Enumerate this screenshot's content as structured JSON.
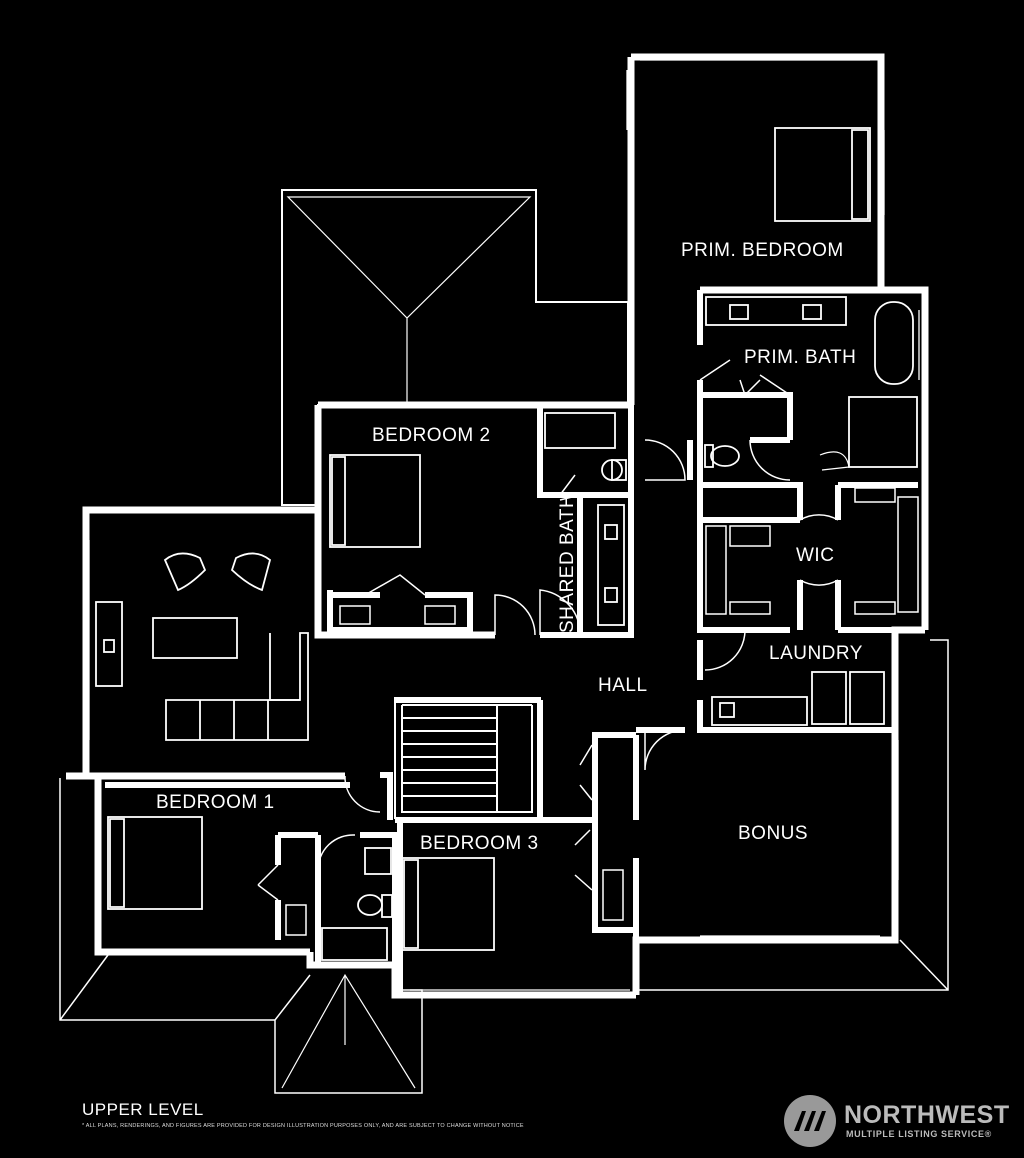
{
  "level_title": "UPPER LEVEL",
  "disclaimer": "* ALL PLANS, RENDERINGS, AND FIGURES ARE PROVIDED FOR DESIGN ILLUSTRATION PURPOSES ONLY, AND ARE SUBJECT TO CHANGE WITHOUT NOTICE",
  "rooms": {
    "primary_bedroom": "PRIM. BEDROOM",
    "primary_bath": "PRIM. BATH",
    "bedroom_2": "BEDROOM 2",
    "shared_bath": "SHARED BATH",
    "wic": "WIC",
    "laundry": "LAUNDRY",
    "hall": "HALL",
    "bedroom_1": "BEDROOM 1",
    "bedroom_3": "BEDROOM 3",
    "bonus": "BONUS"
  },
  "brand": {
    "name": "NORTHWEST",
    "subtitle": "MULTIPLE LISTING SERVICE®",
    "logo_icon": "mls-logo-icon"
  },
  "colors": {
    "background": "#000000",
    "walls": "#ffffff",
    "logo": "#bbbbbb"
  }
}
